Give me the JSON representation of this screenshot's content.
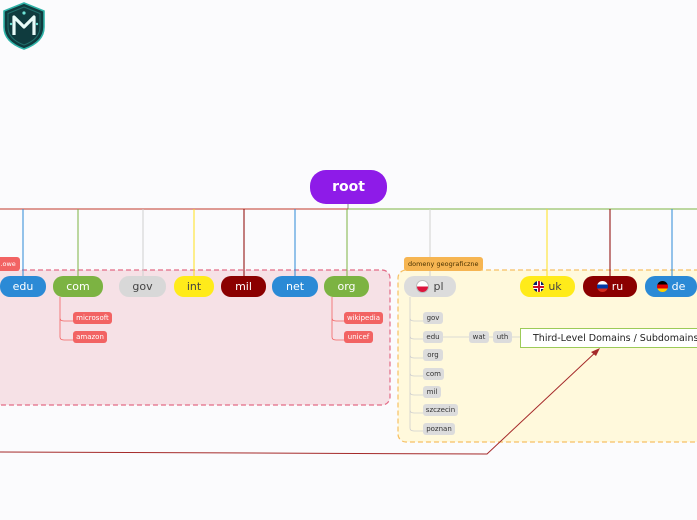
{
  "root": {
    "label": "root"
  },
  "groups": {
    "left_tag": "…owe",
    "geo_tag": "domeny geograficzne"
  },
  "tlds": {
    "edu": "edu",
    "com": "com",
    "gov": "gov",
    "int": "int",
    "mil": "mil",
    "net": "net",
    "org": "org",
    "pl": "pl",
    "uk": "uk",
    "ru": "ru",
    "de": "de"
  },
  "com_subs": [
    "microsoft",
    "amazon"
  ],
  "org_subs": [
    "wikipedia",
    "unicef"
  ],
  "pl_subs": [
    "gov",
    "edu",
    "org",
    "com",
    "mil",
    "szczecin",
    "poznan"
  ],
  "edu_chain": [
    "wat",
    "uth"
  ],
  "callout": {
    "label": "Third-Level Domains / Subdomains"
  },
  "colors": {
    "root": "#8e1be8",
    "edu": "#2b8ad6",
    "com": "#7cb342",
    "gov": "#d8d8d8",
    "int": "#ffeb1a",
    "mil": "#8b0000",
    "net": "#2b8ad6",
    "org": "#7cb342",
    "left_group_fill": "#f3d6dc",
    "left_group_border": "#e36b86",
    "geo_group_fill": "#fff9dc",
    "geo_group_border": "#f6c064"
  },
  "icons": {
    "logo": "shield-logo-icon"
  }
}
